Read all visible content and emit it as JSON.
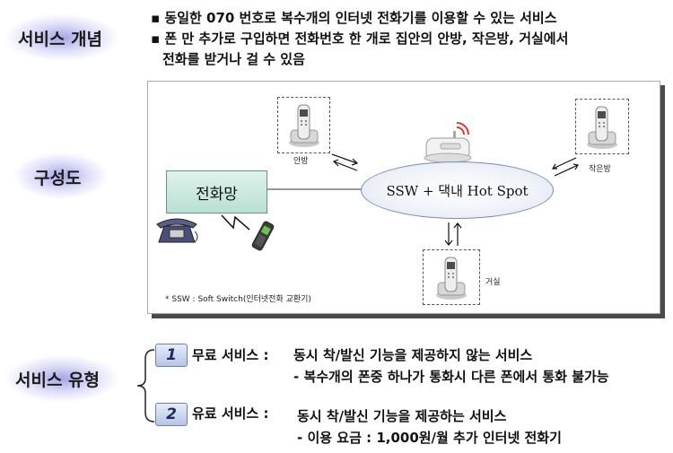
{
  "sections": {
    "concept_label": "서비스 개념",
    "diagram_label": "구성도",
    "types_label": "서비스 유형"
  },
  "concept": {
    "line1": "▪ 동일한 070 번호로 복수개의 인터넷 전화기를 이용할 수 있는 서비스",
    "line2": "▪ 폰 만 추가로 구입하면 전화번호 한 개로 집안의 안방, 작은방, 거실에서",
    "line3": "전화를 받거나 걸 수 있음"
  },
  "diagram": {
    "network": "전화망",
    "hub": "SSW +  댁내 Hot Spot",
    "room_master": "안방",
    "room_small": "작은방",
    "room_living": "거실",
    "footnote": "* SSW : Soft Switch(인터넷전화 교환기)"
  },
  "services": [
    {
      "number": "1",
      "title": "무료 서비스 :",
      "desc": "동시 착/발신 기능을 제공하지 않는 서비스",
      "note": "- 복수개의 폰중 하나가 통화시 다른 폰에서 통화 불가능"
    },
    {
      "number": "2",
      "title": "유료 서비스 :",
      "desc": "동시 착/발신 기능을 제공하는 서비스",
      "note": "- 이용 요금 : 1,000원/월 추가 인터넷 전화기"
    }
  ],
  "colors": {
    "label_glow": "#a0a0e6",
    "network_box": "#c6e8dc",
    "badge": "#c3cfee",
    "frame_shadow": "#4a4a4a"
  },
  "icons": [
    "cordless-phone-icon",
    "desk-phone-icon",
    "mobile-phone-icon",
    "wifi-router-icon",
    "arrow-icon"
  ]
}
